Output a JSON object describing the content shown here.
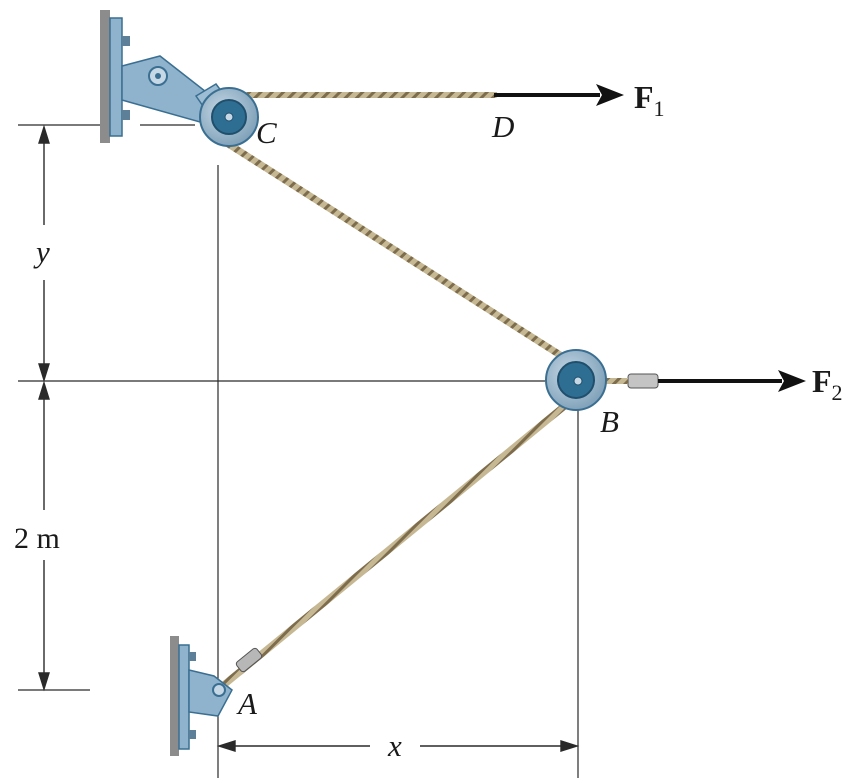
{
  "colors": {
    "background": "#ffffff",
    "support": "#8fb3cc",
    "support_dark": "#3a6f92",
    "pulley": "#2f6e93",
    "rope": "#b9a882",
    "line": "#2a2a2a"
  },
  "points": {
    "A": "A",
    "B": "B",
    "C": "C",
    "D": "D"
  },
  "forces": {
    "f1": {
      "symbol": "F",
      "subscript": "1"
    },
    "f2": {
      "symbol": "F",
      "subscript": "2"
    }
  },
  "dimensions": {
    "y": "y",
    "vertical_known": "2 m",
    "x": "x"
  }
}
